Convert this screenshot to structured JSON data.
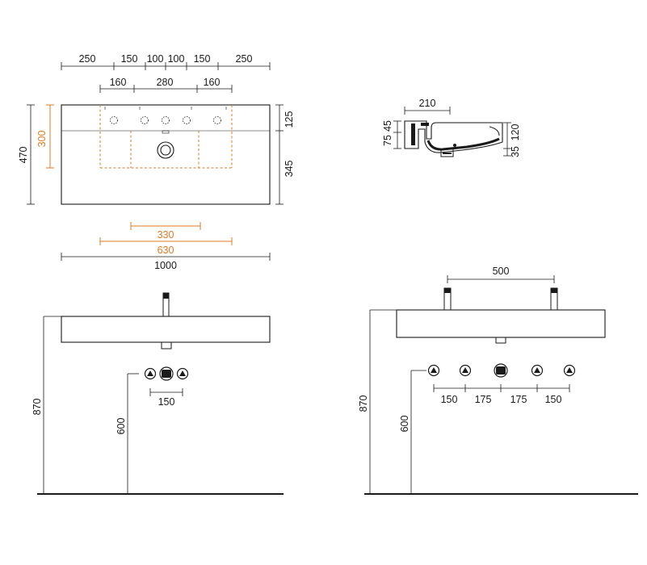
{
  "top_view": {
    "top_dims": [
      "250",
      "150",
      "100",
      "100",
      "150",
      "250"
    ],
    "mid_dims": [
      "160",
      "280",
      "160"
    ],
    "left_outer": "470",
    "left_orange": "300",
    "right_upper": "125",
    "right_lower": "345",
    "bottom_orange_inner": "330",
    "bottom_orange_outer": "630",
    "overall_width": "1000"
  },
  "section_view": {
    "depth": "210",
    "left_dims": [
      "75",
      "45"
    ],
    "right_dims": [
      "35",
      "120"
    ]
  },
  "single_tap": {
    "height_basin": "870",
    "height_outlet": "600",
    "hole_spacing": "150"
  },
  "double_tap": {
    "tap_spacing": "500",
    "height_basin": "870",
    "height_outlet": "600",
    "spacings": [
      "150",
      "175",
      "175",
      "150"
    ]
  },
  "colors": {
    "line": "#1a1a1a",
    "accent": "#e07b22"
  }
}
